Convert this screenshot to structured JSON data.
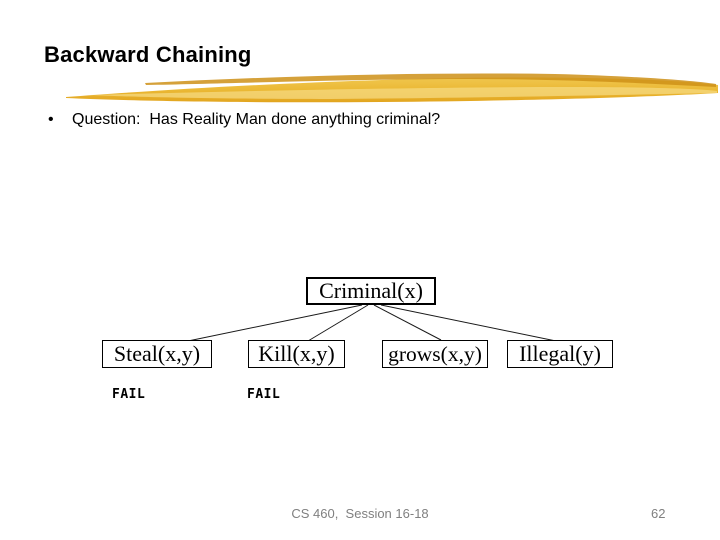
{
  "slide": {
    "title": "Backward Chaining",
    "bullet_glyph": "•",
    "bullet_text": "Question:  Has Reality Man done anything criminal?",
    "footer": {
      "course": "CS 460,  Session 16-18",
      "page_number": "62"
    }
  },
  "tree": {
    "description": "backward-chaining proof tree",
    "root": {
      "label": "Criminal(x)"
    },
    "children": [
      {
        "label": "Steal(x,y)",
        "status": "FAIL"
      },
      {
        "label": "Kill(x,y)",
        "status": "FAIL"
      },
      {
        "label": "grows(x,y)"
      },
      {
        "label": "Illegal(y)"
      }
    ]
  },
  "colors": {
    "text": "#000000",
    "footer_text": "#808080",
    "box_border": "#000000",
    "highlight_main": "#EBB935",
    "highlight_dark": "#CE9118",
    "highlight_light": "#F6DA80"
  }
}
